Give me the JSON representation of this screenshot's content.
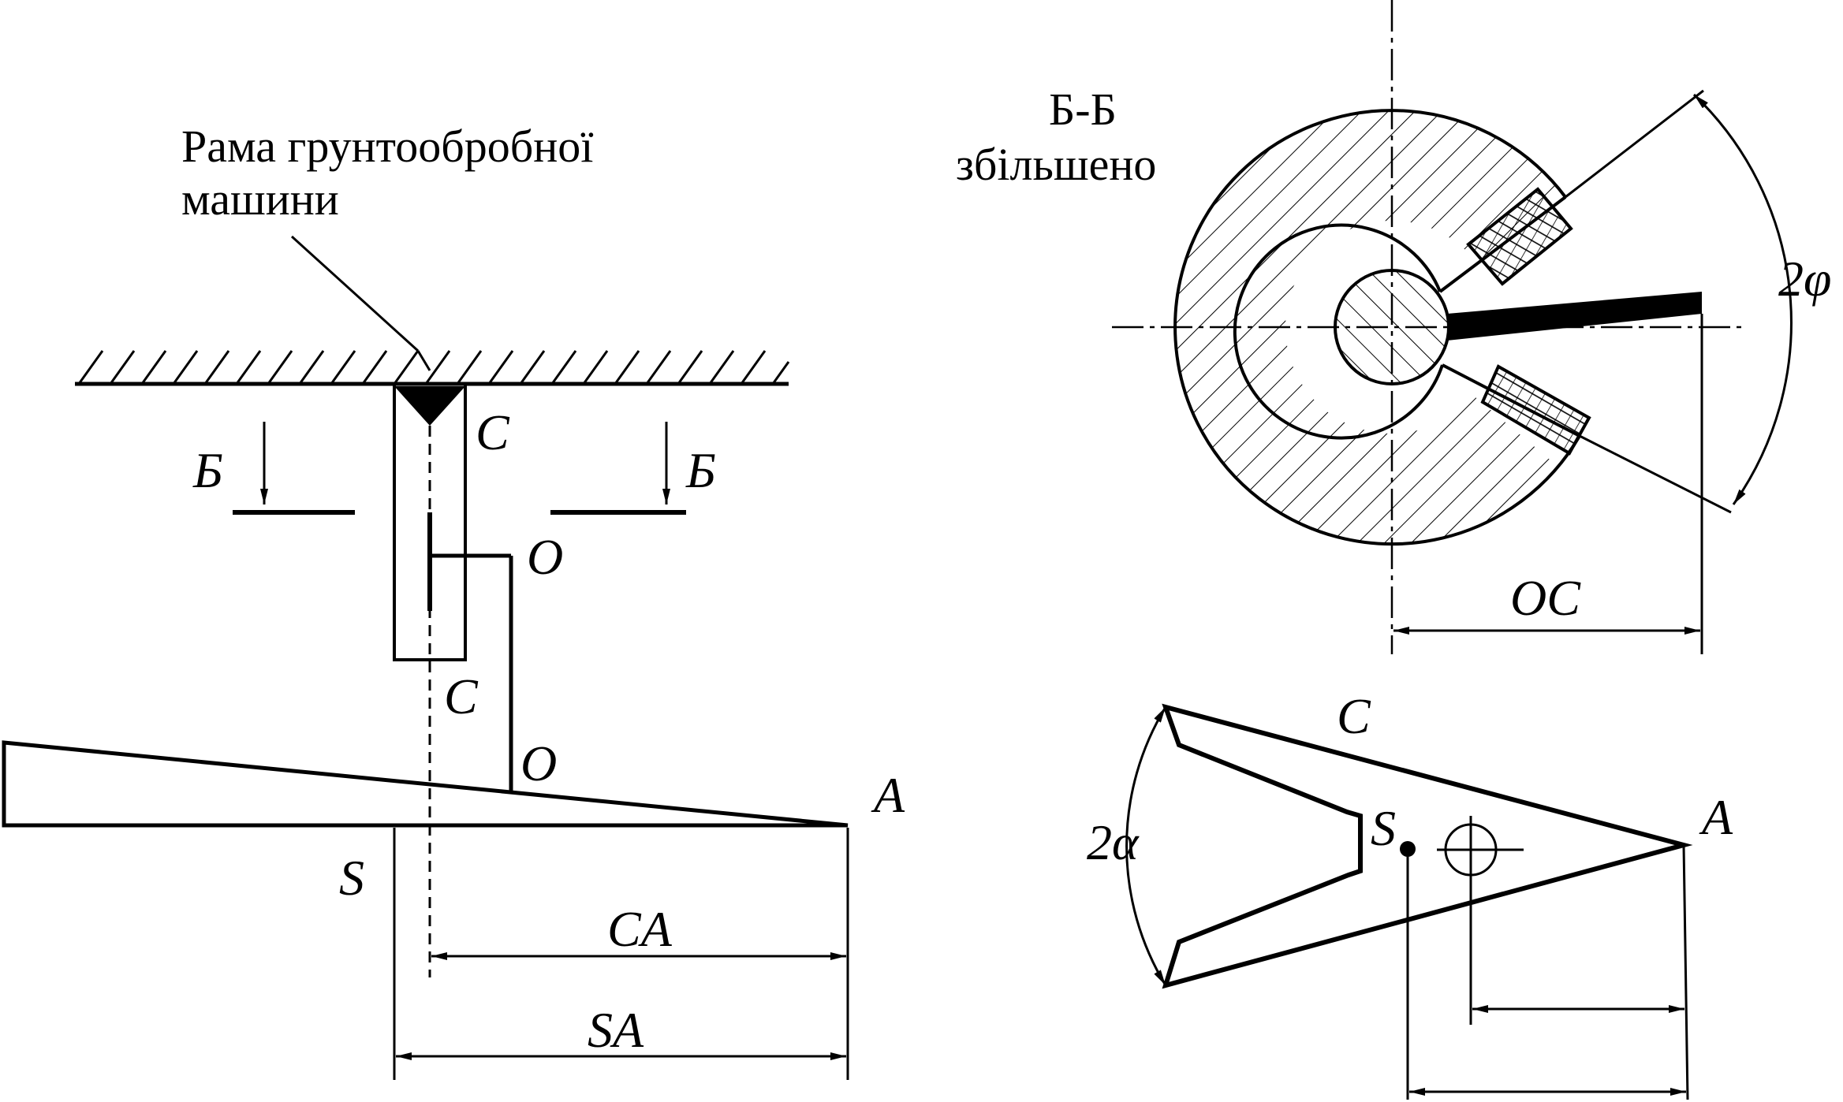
{
  "frame_label": {
    "line1": "Рама грунтообробної",
    "line2": "машини"
  },
  "section_label": {
    "line1": "Б-Б",
    "line2": "збільшено"
  },
  "labels": {
    "C_top": "C",
    "C_lower": "C",
    "O_upper": "O",
    "O_lower": "O",
    "A_left": "A",
    "S_left": "S",
    "B_left": "Б",
    "B_right": "Б",
    "dim_CA": "CA",
    "dim_SA": "SA",
    "dim_OC": "OC",
    "angle_2phi": "2φ",
    "C_plan": "C",
    "S_plan": "S",
    "A_plan": "A",
    "angle_2alpha": "2α"
  },
  "colors": {
    "ink": "#000000",
    "background": "#ffffff"
  }
}
